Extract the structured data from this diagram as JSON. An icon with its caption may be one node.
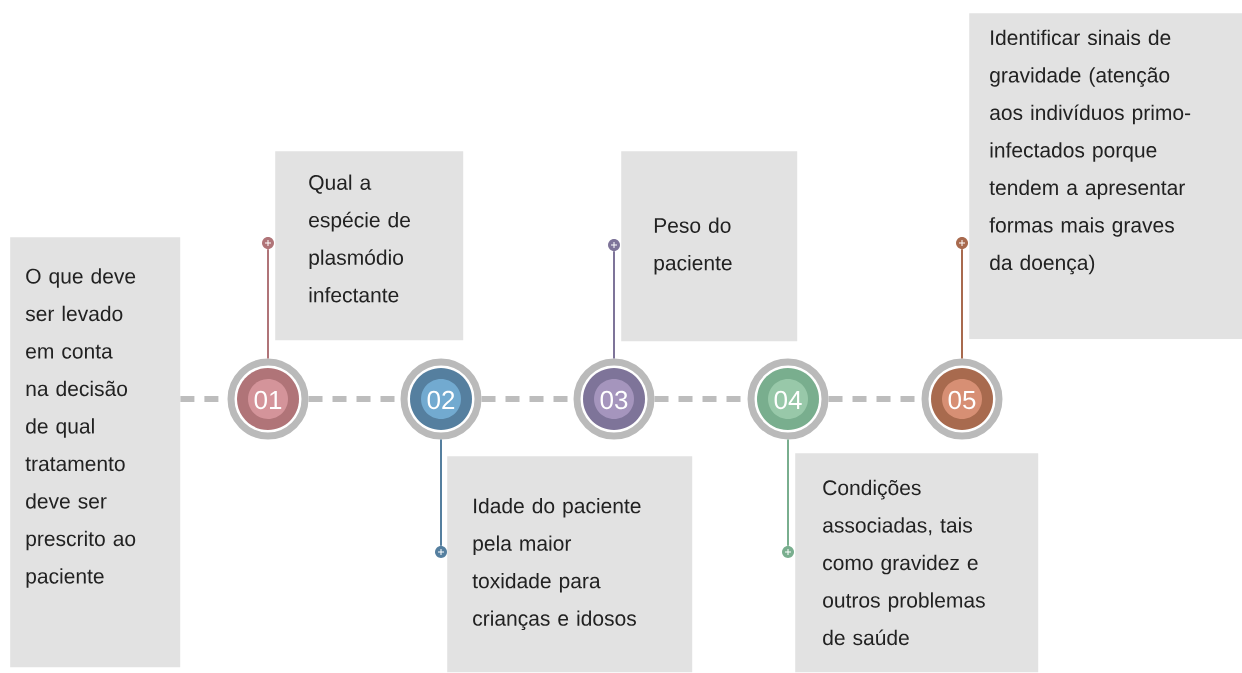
{
  "diagram": {
    "nodes": [
      {
        "text": [
          "O que deve ser levado em conta na decisão de qual tratamento deve ser prescrito ao paciente"
        ]
      },
      {
        "text": [
          "01"
        ]
      },
      {
        "text": [
          "02"
        ]
      },
      {
        "text": [
          "03"
        ]
      },
      {
        "text": [
          "04"
        ]
      },
      {
        "text": [
          "05"
        ]
      },
      {
        "text": [
          "Qual a espécie de plasmódio infectante"
        ]
      },
      {
        "text": [
          "Idade do paciente pela maior toxidade para crianças e idosos"
        ]
      },
      {
        "text": [
          "Peso do paciente"
        ]
      },
      {
        "text": [
          "Condições associadas, tais como gravidez e outros problemas de saúde"
        ]
      },
      {
        "text": [
          "Identificar sinais de gravidade (atenção aos indivíduos primo-infectados porque tendem a apresentar formas mais graves da doença)"
        ]
      },
      {
        "text": [],
        "shape": "circle"
      },
      {
        "text": [],
        "shape": "circle"
      },
      {
        "text": [],
        "shape": "circle"
      },
      {
        "text": [],
        "shape": "circle"
      },
      {
        "text": [],
        "shape": "circle"
      }
    ],
    "edges": [
      {
        "from": 0,
        "to": 1,
        "arrow": "none",
        "style": "dashed"
      },
      {
        "from": 1,
        "to": 2,
        "arrow": "none",
        "style": "dashed"
      },
      {
        "from": 2,
        "to": 3,
        "arrow": "none",
        "style": "dashed"
      },
      {
        "from": 3,
        "to": 4,
        "arrow": "none",
        "style": "dashed"
      },
      {
        "from": 4,
        "to": 5,
        "arrow": "none",
        "style": "dashed"
      },
      {
        "from": 1,
        "to": 11,
        "arrow": "none",
        "color": "#b07478"
      },
      {
        "from": 2,
        "to": 12,
        "arrow": "none",
        "color": "#557f9f"
      },
      {
        "from": 3,
        "to": 13,
        "arrow": "none",
        "color": "#7e7499"
      },
      {
        "from": 4,
        "to": 14,
        "arrow": "none",
        "color": "#79ae8e"
      },
      {
        "from": 5,
        "to": 15,
        "arrow": "none",
        "color": "#a86a4e"
      }
    ]
  }
}
